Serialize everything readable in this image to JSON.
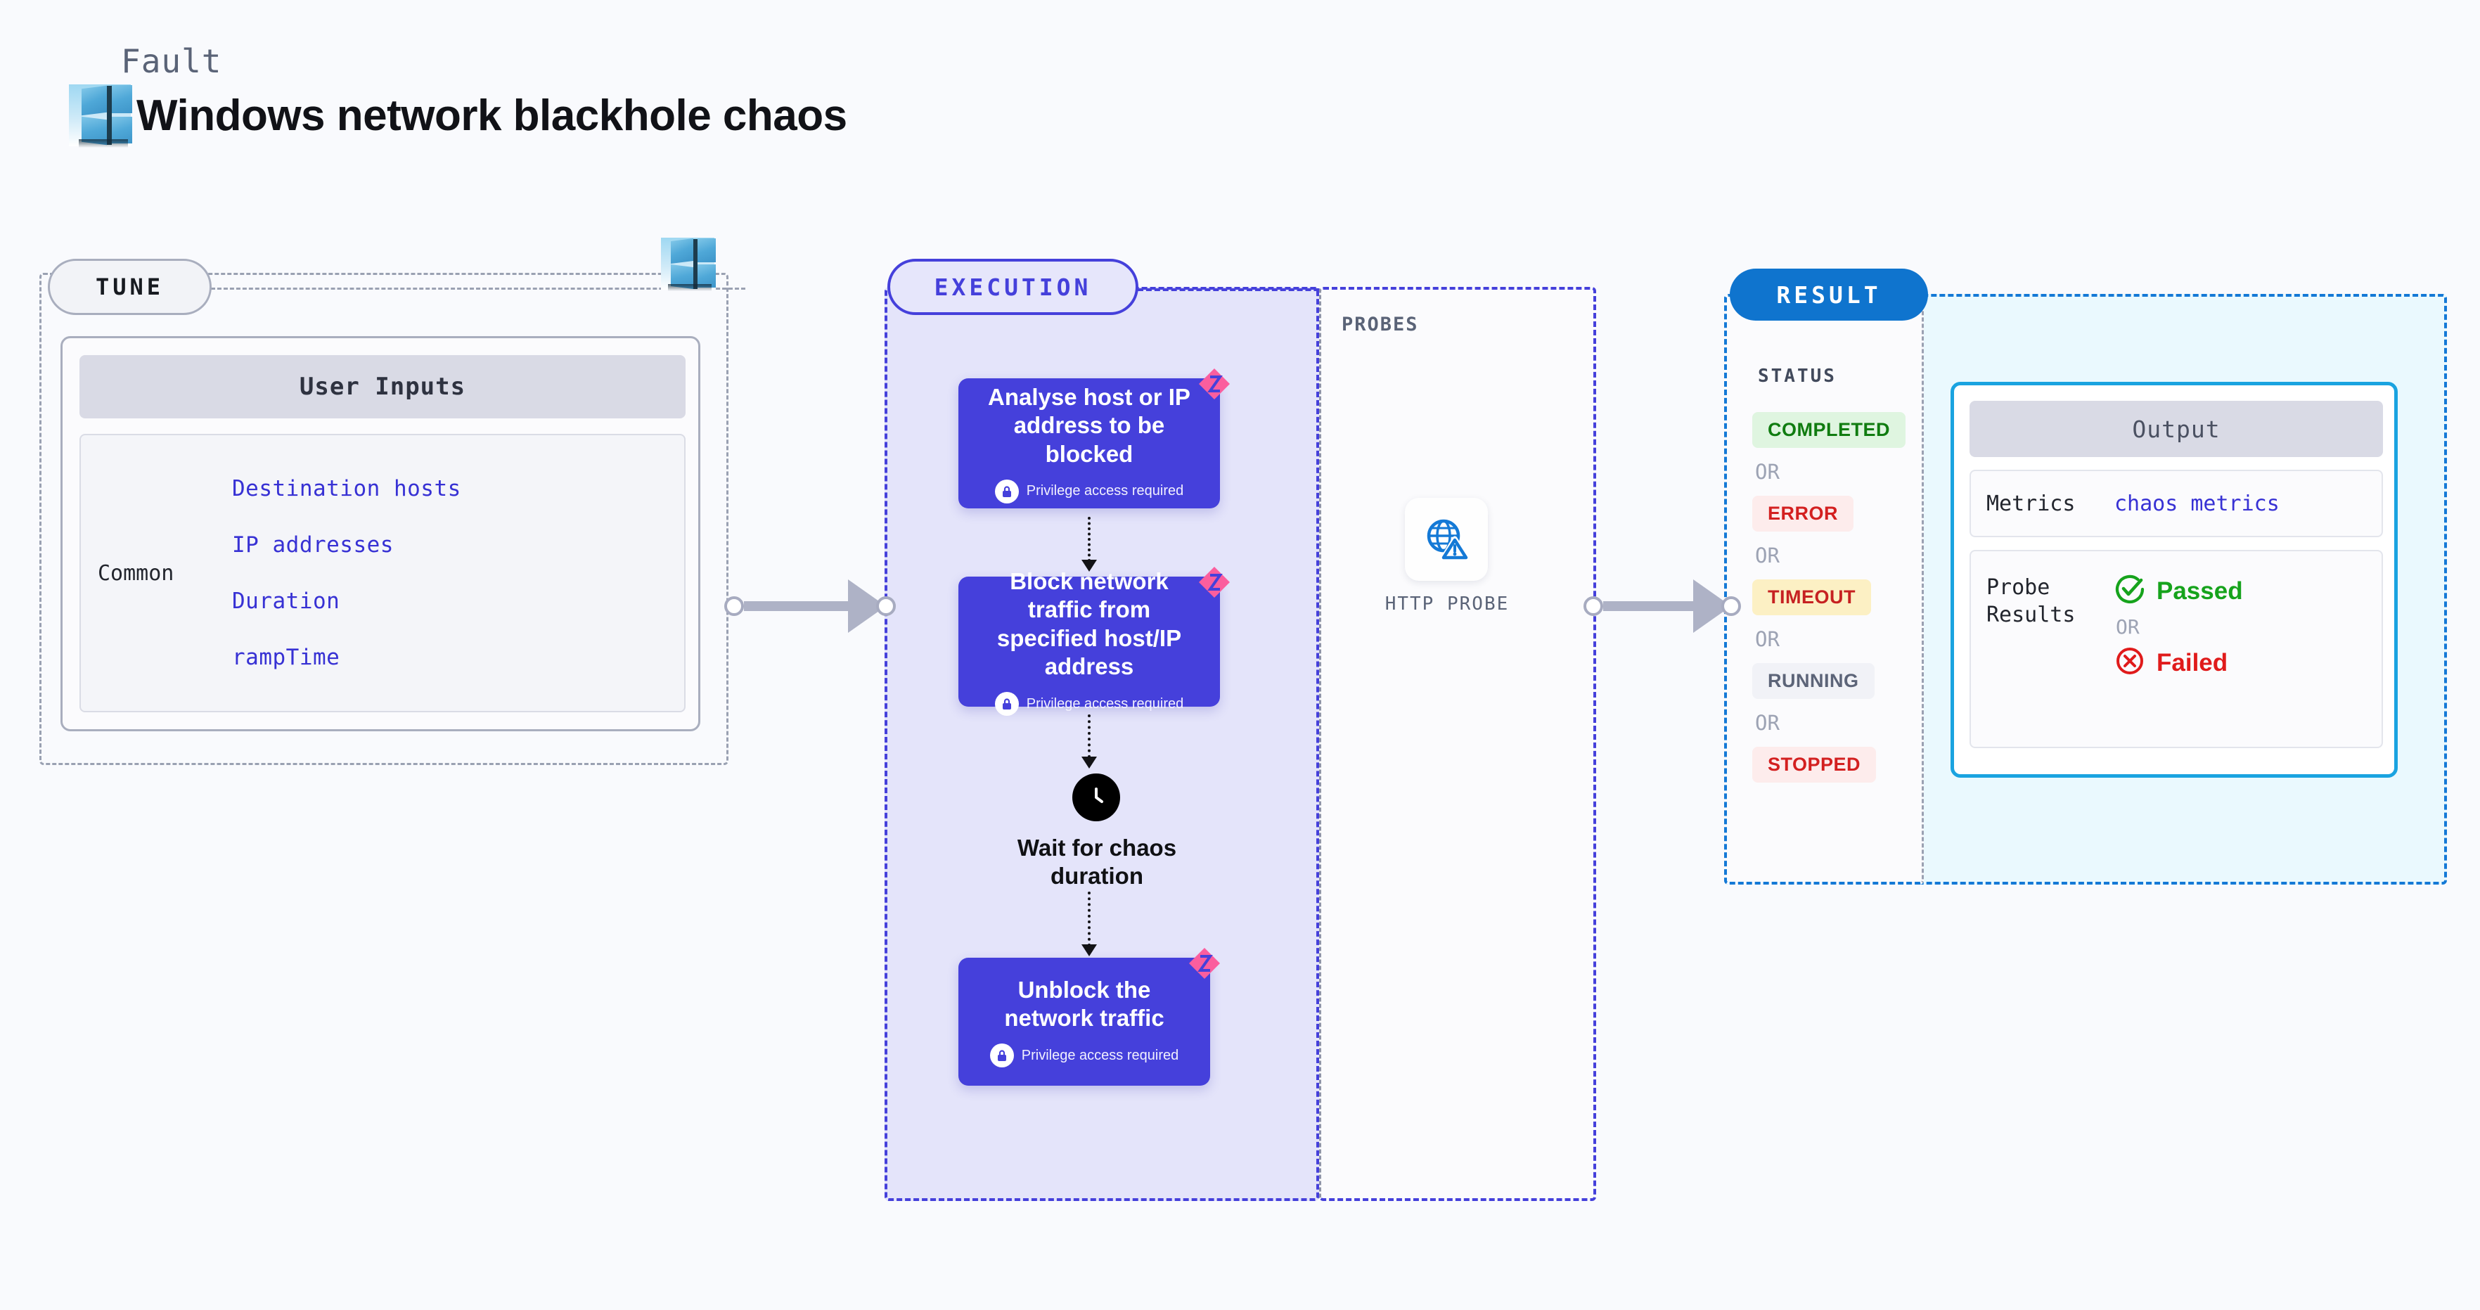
{
  "header": {
    "fault_label": "Fault",
    "title": "Windows network blackhole chaos",
    "icon": "windows-logo-icon"
  },
  "tune": {
    "pill_label": "TUNE",
    "icon": "windows-logo-icon",
    "user_inputs_header": "User Inputs",
    "group_label": "Common",
    "inputs": [
      "Destination hosts",
      "IP addresses",
      "Duration",
      "rampTime"
    ]
  },
  "execution": {
    "pill_label": "EXECUTION",
    "steps": [
      {
        "title": "Analyse host or IP address to be blocked",
        "privilege": "Privilege access required",
        "icon": "lock-icon",
        "corner_icon": "chaos-corner-icon"
      },
      {
        "title": "Block network traffic from specified host/IP address",
        "privilege": "Privilege access required",
        "icon": "lock-icon",
        "corner_icon": "chaos-corner-icon"
      },
      {
        "title": "Unblock the network traffic",
        "privilege": "Privilege access required",
        "icon": "lock-icon",
        "corner_icon": "chaos-corner-icon"
      }
    ],
    "wait": {
      "icon": "clock-icon",
      "label": "Wait for chaos duration"
    }
  },
  "probes": {
    "title": "PROBES",
    "items": [
      {
        "label": "HTTP PROBE",
        "icon": "globe-warning-icon"
      }
    ]
  },
  "result": {
    "pill_label": "RESULT",
    "status_label": "STATUS",
    "or_text": "OR",
    "statuses": [
      {
        "label": "COMPLETED",
        "bg": "#DFF5E0",
        "fg": "#107C10"
      },
      {
        "label": "ERROR",
        "bg": "#FDECEC",
        "fg": "#D32020"
      },
      {
        "label": "TIMEOUT",
        "bg": "#FCF0C4",
        "fg": "#C62121"
      },
      {
        "label": "RUNNING",
        "bg": "#F1F2F7",
        "fg": "#5C6478"
      },
      {
        "label": "STOPPED",
        "bg": "#FDECEC",
        "fg": "#D32020"
      }
    ],
    "output": {
      "header": "Output",
      "metrics_key": "Metrics",
      "metrics_value": "chaos metrics",
      "probe_results_key": "Probe Results",
      "passed_label": "Passed",
      "failed_label": "Failed",
      "or_text": "OR",
      "passed_icon": "check-circle-icon",
      "failed_icon": "x-circle-icon",
      "passed_color": "#16A31C",
      "failed_color": "#E01B1B"
    }
  },
  "colors": {
    "background": "#F9FAFD",
    "execution_accent": "#4540DB",
    "execution_fill": "#E4E4FA",
    "result_accent": "#1479D6",
    "result_fill": "#EAF9FE",
    "tune_accent": "#9AA1B2",
    "chaos_pink": "#FB5E9E",
    "output_border": "#1AA3E0"
  }
}
